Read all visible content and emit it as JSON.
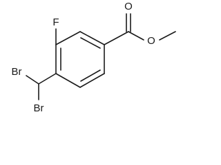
{
  "diagram": {
    "atoms": {
      "oxygen_carbonyl": "O",
      "oxygen_ester": "O",
      "fluorine": "F",
      "bromine_top": "Br",
      "bromine_bottom": "Br"
    }
  }
}
